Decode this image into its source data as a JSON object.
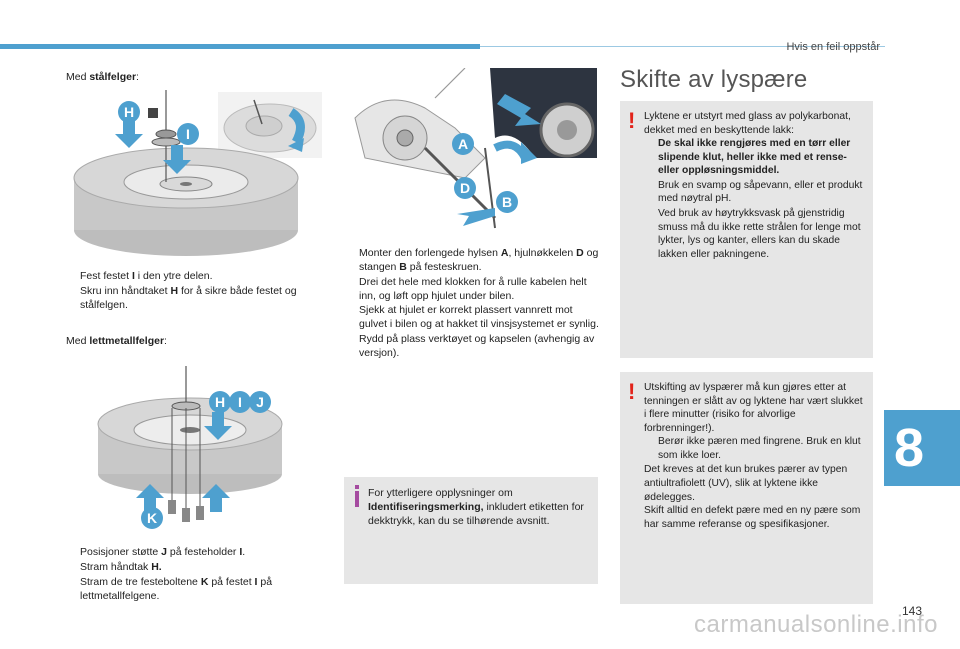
{
  "header": {
    "title": "Hvis en feil oppstår"
  },
  "left": {
    "steel_label_prefix": "Med ",
    "steel_label_bold": "stålfelger",
    "steel_label_suffix": ":",
    "steel_steps": [
      {
        "before": "Fest festet ",
        "bold": "I",
        "after": " i den ytre delen."
      },
      {
        "before": "Skru inn håndtaket ",
        "bold": "H",
        "after": " for å sikre både festet og stålfelgen."
      }
    ],
    "alloy_label_prefix": "Med ",
    "alloy_label_bold": "lettmetallfelger",
    "alloy_label_suffix": ":",
    "alloy_steps": [
      {
        "before": "Posisjoner støtte ",
        "bold": "J",
        "mid": " på festeholder ",
        "bold2": "I",
        "after": "."
      },
      {
        "before": "Stram håndtak ",
        "bold": "H.",
        "mid": "",
        "bold2": "",
        "after": ""
      },
      {
        "before": "Stram de tre festeboltene ",
        "bold": "K",
        "mid": " på festet ",
        "bold2": "I",
        "after": " på lettmetallfelgene."
      }
    ],
    "fig_labels": {
      "h": "H",
      "i": "I",
      "j": "J",
      "k": "K"
    }
  },
  "middle": {
    "fig_labels": {
      "a": "A",
      "b": "B",
      "d": "D"
    },
    "steps": [
      {
        "before": "Monter den forlengede hylsen ",
        "bold": "A",
        "mid": ", hjulnøkkelen ",
        "bold2": "D",
        "mid2": " og stangen ",
        "bold3": "B",
        "after": " på festeskruen."
      },
      {
        "before": "Drei det hele med klokken for å rulle kabelen helt inn, og løft opp hjulet under bilen.",
        "bold": "",
        "mid": "",
        "bold2": "",
        "mid2": "",
        "bold3": "",
        "after": ""
      },
      {
        "before": "Sjekk at hjulet er korrekt plassert vannrett mot gulvet i bilen og at hakket til vinsjsystemet er synlig.",
        "bold": "",
        "mid": "",
        "bold2": "",
        "mid2": "",
        "bold3": "",
        "after": ""
      },
      {
        "before": "Rydd på plass verktøyet og kapselen (avhengig av versjon).",
        "bold": "",
        "mid": "",
        "bold2": "",
        "mid2": "",
        "bold3": "",
        "after": ""
      }
    ],
    "info": {
      "before": "For ytterligere opplysninger om ",
      "bold": "Identifiseringsmerking,",
      "after": " inkludert etiketten for dekktrykk, kan du se tilhørende avsnitt."
    }
  },
  "right": {
    "title": "Skifte av lyspære",
    "warn1": {
      "intro": "Lyktene er utstyrt med glass av polykarbonat, dekket med en beskyttende lakk:",
      "items": [
        {
          "text": "De skal ikke rengjøres med en tørr eller slipende klut, heller ikke med et rense- eller oppløsningsmiddel.",
          "bold": true
        },
        {
          "text": "Bruk en svamp og såpevann, eller et produkt med nøytral pH.",
          "bold": false
        },
        {
          "text": "Ved bruk av høytrykksvask på gjenstridig smuss må du ikke rette strålen for lenge mot lykter, lys og kanter, ellers kan du skade lakken eller pakningene.",
          "bold": false
        }
      ]
    },
    "warn2": {
      "intro": "Utskifting av lyspærer må kun gjøres etter at tenningen er slått av og lyktene har vært slukket i flere minutter (risiko for alvorlige forbrenninger!).",
      "items": [
        "Berør ikke pæren med fingrene. Bruk en klut som ikke loer."
      ],
      "p2": "Det kreves at det kun brukes pærer av typen antiultrafiolett (UV), slik at lyktene ikke ødelegges.",
      "p3": "Skift alltid en defekt pære med en ny pære som har samme referanse og spesifikasjoner."
    }
  },
  "bullet_glyph": "",
  "warn_glyph": "!",
  "chapter": "8",
  "page_number": "143",
  "watermark": "carmanualsonline.info",
  "colors": {
    "accent": "#4ea0cf",
    "box_bg": "#e6e6e6",
    "warning": "#e2231a",
    "info_icon": "#a54ba0"
  }
}
